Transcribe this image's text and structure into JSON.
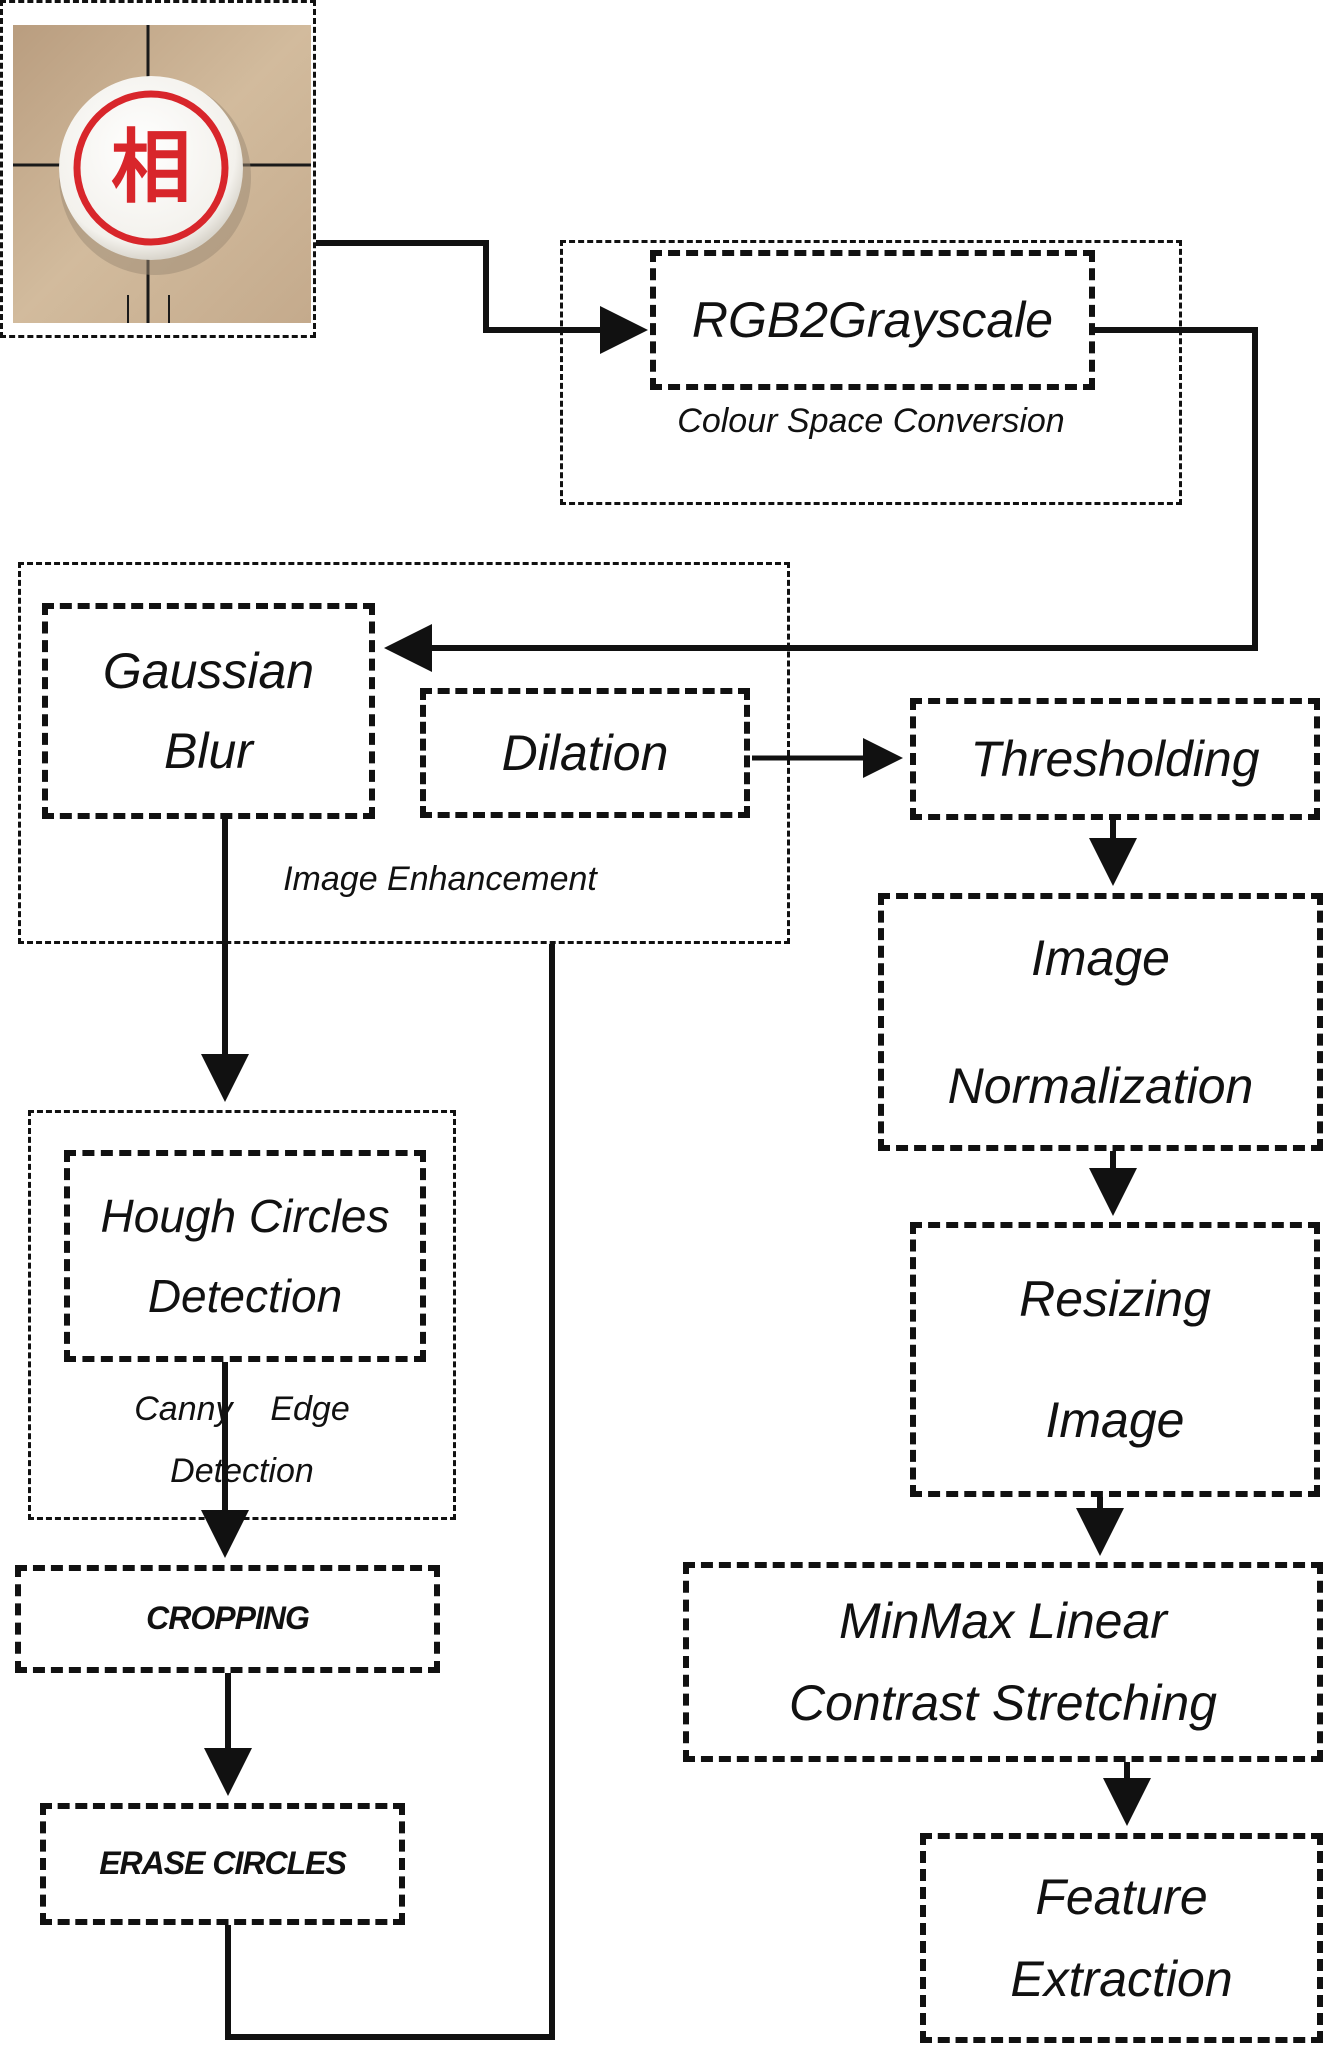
{
  "input_image": {
    "piece_character": "相"
  },
  "groups": {
    "colour_space": "Colour Space  Conversion",
    "image_enhancement": "Image Enhancement",
    "canny_line1": "Canny    Edge",
    "canny_line2": "Detection"
  },
  "steps": {
    "rgb2gray": [
      "RGB2Grayscale"
    ],
    "gaussian": [
      "Gaussian",
      "Blur"
    ],
    "dilation": [
      "Dilation"
    ],
    "hough": [
      "Hough Circles",
      "Detection"
    ],
    "cropping": [
      "CROPPING"
    ],
    "erase": [
      "ERASE CIRCLES"
    ],
    "thresholding": [
      "Thresholding"
    ],
    "normalization": [
      "Image",
      "Normalization"
    ],
    "resizing": [
      "Resizing",
      "Image"
    ],
    "minmax": [
      "MinMax Linear",
      "Contrast Stretching"
    ],
    "feature": [
      "Feature",
      "Extraction"
    ]
  },
  "colors": {
    "piece_red": "#d8262b",
    "board_wood": "#c9b091",
    "line": "#111111"
  }
}
